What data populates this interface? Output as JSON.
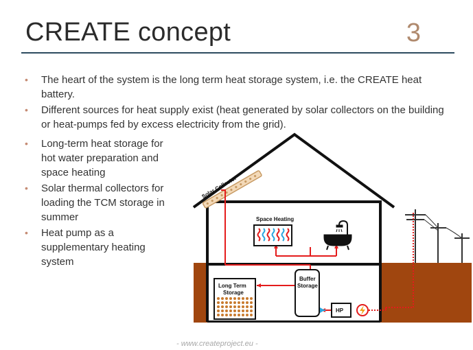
{
  "slide": {
    "title": "CREATE concept",
    "number": "3"
  },
  "top_bullets": [
    "The heart of the system is the long term heat storage system, i.e. the CREATE heat battery.",
    "Different sources for heat supply exist (heat generated by solar collectors on the building or heat-pumps fed by excess electricity from the grid)."
  ],
  "left_bullets": [
    "Long-term heat storage for hot water preparation and space heating",
    "Solar thermal collectors for loading the TCM storage in summer",
    "Heat pump as a supplementary heating system"
  ],
  "diagram": {
    "solar_collector": "Solar Collector",
    "space_heating": "Space Heating",
    "buffer_storage_1": "Buffer",
    "buffer_storage_2": "Storage",
    "long_term_storage_1": "Long Term",
    "long_term_storage_2": "Storage",
    "heat_pump": "HP",
    "colors": {
      "ground": "#a0460f",
      "pipe_red": "#e41b1b",
      "pipe_blue": "#2aa7e0",
      "wall": "#111111"
    }
  },
  "footer": {
    "url": "www.createproject.eu"
  }
}
